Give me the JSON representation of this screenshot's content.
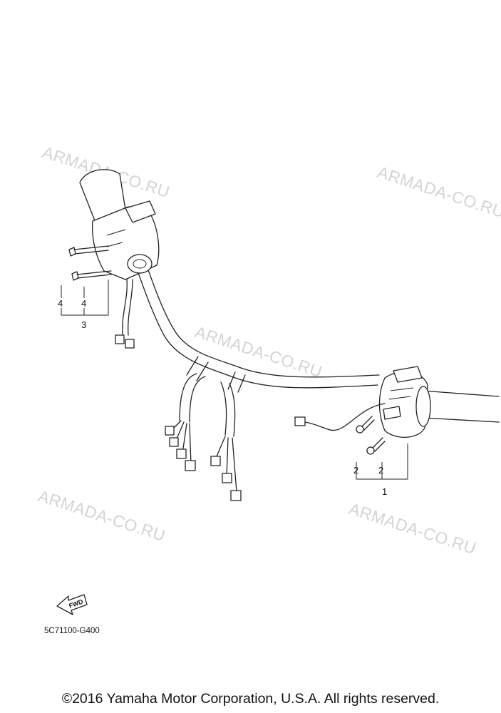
{
  "watermarks": [
    "ARMADA-CO.RU",
    "ARMADA-CO.RU",
    "ARMADA-CO.RU",
    "ARMADA-CO.RU",
    "ARMADA-CO.RU"
  ],
  "callouts": {
    "left_group": [
      "4",
      "4",
      "3"
    ],
    "right_group": [
      "2",
      "2",
      "1"
    ]
  },
  "direction_badge": "FWD",
  "diagram_code": "5C71100-G400",
  "copyright": "©2016 Yamaha Motor Corporation, U.S.A. All rights reserved."
}
